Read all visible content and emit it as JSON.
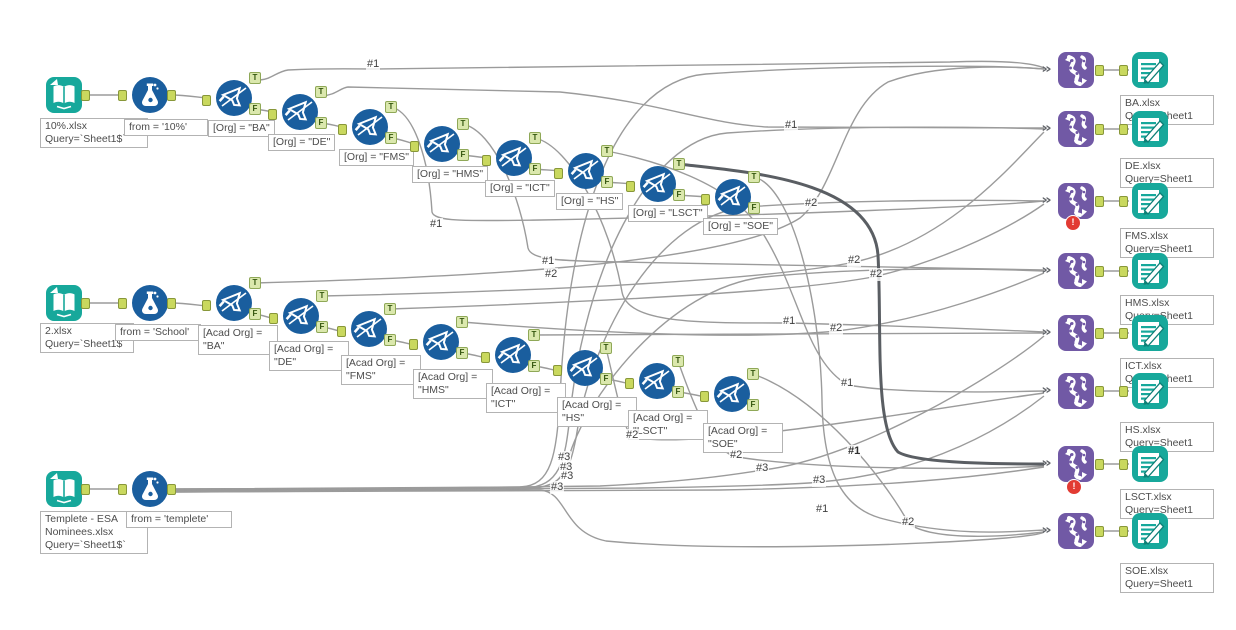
{
  "workflow": {
    "row1": {
      "input_annotation": "10%.xlsx\nQuery=`Sheet1$`",
      "formula_annotation": "from = '10%'",
      "filter_annotations": [
        "[Org] = \"BA\"",
        "[Org] = \"DE\"",
        "[Org] = \"FMS\"",
        "[Org] = \"HMS\"",
        "[Org] = \"ICT\"",
        "[Org] = \"HS\"",
        "[Org] = \"LSCT\"",
        "[Org] = \"SOE\""
      ]
    },
    "row2": {
      "input_annotation": "2.xlsx\nQuery=`Sheet1$`",
      "formula_annotation": "from = 'School'",
      "filter_annotations": [
        "[Acad Org] =\n\"BA\"",
        "[Acad Org] =\n\"DE\"",
        "[Acad Org] =\n\"FMS\"",
        "[Acad Org] =\n\"HMS\"",
        "[Acad Org] =\n\"ICT\"",
        "[Acad Org] =\n\"HS\"",
        "[Acad Org] =\n\"LSCT\"",
        "[Acad Org] =\n\"SOE\""
      ]
    },
    "row3": {
      "input_annotation": "Templete - ESA\nNominees.xlsx\nQuery=`Sheet1$`",
      "formula_annotation": "from = 'templete'"
    },
    "output_annotations": [
      "BA.xlsx\nQuery=Sheet1",
      "DE.xlsx\nQuery=Sheet1",
      "FMS.xlsx\nQuery=Sheet1",
      "HMS.xlsx\nQuery=Sheet1",
      "ICT.xlsx\nQuery=Sheet1",
      "HS.xlsx\nQuery=Sheet1",
      "LSCT.xlsx\nQuery=Sheet1",
      "SOE.xlsx\nQuery=Sheet1"
    ],
    "connection_labels": [
      "#1",
      "#1",
      "#2",
      "#1",
      "#1",
      "#2",
      "#2",
      "#2",
      "#1",
      "#2",
      "#1",
      "#2",
      "#2",
      "#1",
      "#3",
      "#3",
      "#3",
      "#3",
      "#3",
      "#3",
      "#1",
      "#2"
    ],
    "anchor_glyphs": {
      "true": "T",
      "false": "F",
      "union_input": "»",
      "error": "!"
    },
    "colors": {
      "tool_teal": "#17A89B",
      "tool_blue": "#1A5E9E",
      "tool_purple": "#7159A5",
      "anchor_fill": "#C9D85E",
      "anchor_tf_fill": "#DBE8AD",
      "wire": "#9B9B9B",
      "wire_selected": "#5A5E63",
      "error_red": "#E23B33"
    }
  }
}
